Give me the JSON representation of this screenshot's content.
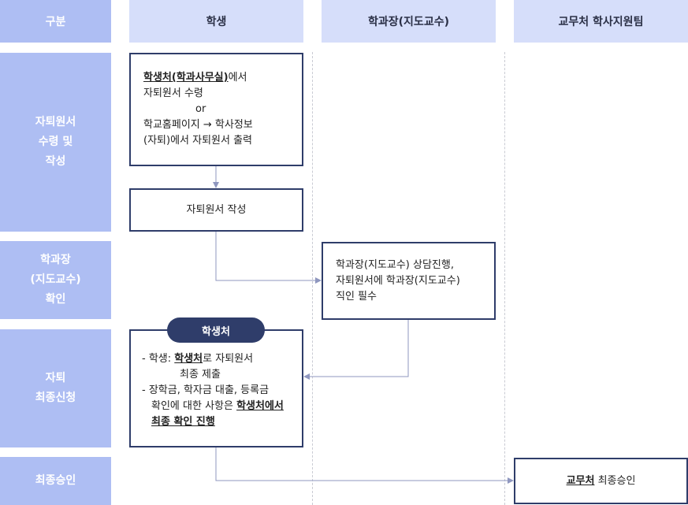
{
  "header": {
    "stage": "구분",
    "lanes": [
      "학생",
      "학과장(지도교수)",
      "교무처 학사지원팀"
    ]
  },
  "stages": [
    "자퇴원서\n수령 및\n작성",
    "학과장\n(지도교수)\n확인",
    "자퇴\n최종신청",
    "최종승인"
  ],
  "box1": {
    "line1_bold": "학생처(학과사무실)",
    "line1_rest": "에서",
    "line2": "자퇴원서 수령",
    "line3": "or",
    "line4": "학교홈페이지 → 학사정보",
    "line5": "(자퇴)에서 자퇴원서 출력"
  },
  "box2": {
    "text": "자퇴원서 작성"
  },
  "box3": {
    "line1": "학과장(지도교수) 상담진행,",
    "line2": "자퇴원서에 학과장(지도교수)",
    "line3": "직인 필수"
  },
  "box4": {
    "pill": "학생처",
    "b1_prefix": "- 학생: ",
    "b1_bold": "학생처",
    "b1_rest": "로 자퇴원서",
    "b1_line2": "최종 제출",
    "b2_line1": "- 장학금, 학자금 대출, 등록금",
    "b2_line2_plain": "확인에 대한 사항은 ",
    "b2_line2_bold": "학생처에서",
    "b2_line3_bold": "최종 확인 진행"
  },
  "box5": {
    "bold": "교무처",
    "rest": " 최종승인"
  },
  "colors": {
    "stage_bg": "#aebef3",
    "lane_header_bg": "#d6defa",
    "box_border": "#2f3d6a",
    "arrow": "#8f97bf"
  }
}
